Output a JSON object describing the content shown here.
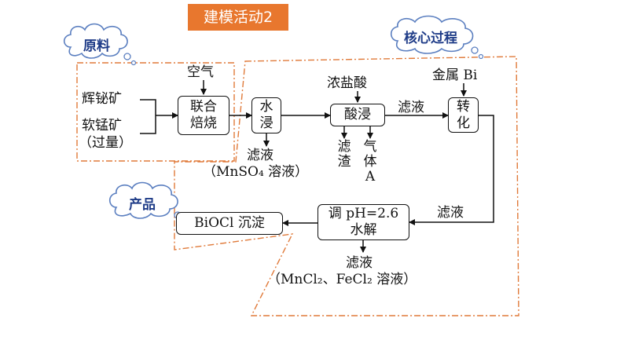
{
  "title": "建模活动2",
  "clouds": {
    "raw": "原料",
    "core": "核心过程",
    "product": "产品"
  },
  "inputs": {
    "ore1": "辉铋矿",
    "ore2": "软锰矿",
    "ore2_note": "（过量）",
    "air": "空气",
    "hcl": "浓盐酸",
    "metal_bi": "金属 Bi"
  },
  "boxes": {
    "roast_line1": "联合",
    "roast_line2": "焙烧",
    "water_leach_line1": "水",
    "water_leach_line2": "浸",
    "acid_leach": "酸浸",
    "transform_line1": "转",
    "transform_line2": "化",
    "hydrolysis_line1": "调 pH=2.6",
    "hydrolysis_line2": "水解",
    "product": "BiOCl 沉淀"
  },
  "outputs": {
    "filtrate1": "滤液",
    "filtrate1_note": "（MnSO₄ 溶液）",
    "filtrate_arrow": "滤液",
    "residue_line1": "滤",
    "residue_line2": "渣",
    "gas_line1": "气",
    "gas_line2": "体",
    "gas_line3": "A",
    "filtrate_return": "滤液",
    "filtrate2": "滤液",
    "filtrate2_note": "（MnCl₂、FeCl₂ 溶液）"
  }
}
